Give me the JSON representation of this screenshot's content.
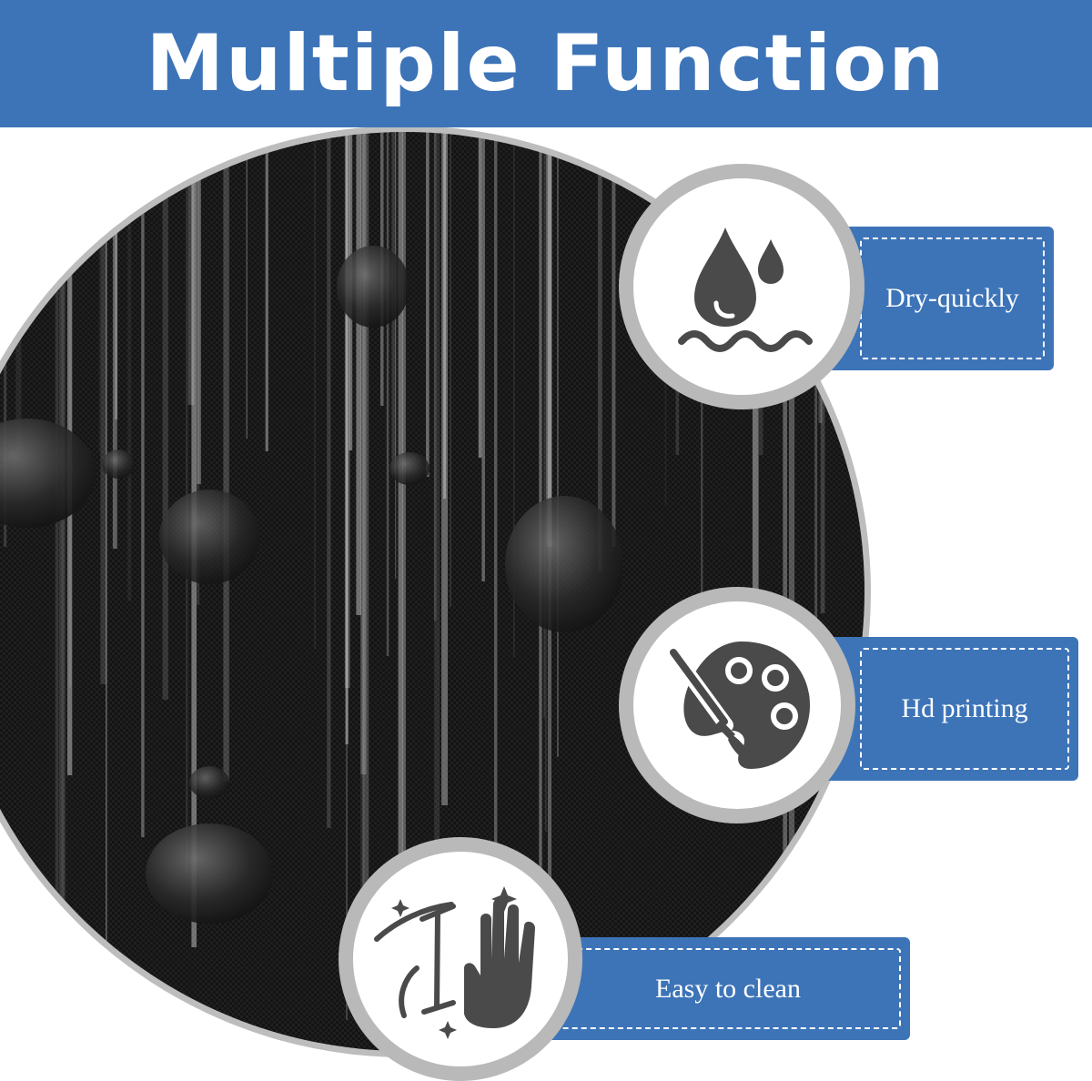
{
  "header": {
    "title": "Multiple Function"
  },
  "colors": {
    "accent_blue": "#3d74b8",
    "icon_gray": "#4a4a4a"
  },
  "features": [
    {
      "label": "Dry-quickly",
      "icon": "water-drop-icon"
    },
    {
      "label": "Hd printing",
      "icon": "paint-palette-icon"
    },
    {
      "label": "Easy to clean",
      "icon": "wiping-hand-icon"
    }
  ]
}
